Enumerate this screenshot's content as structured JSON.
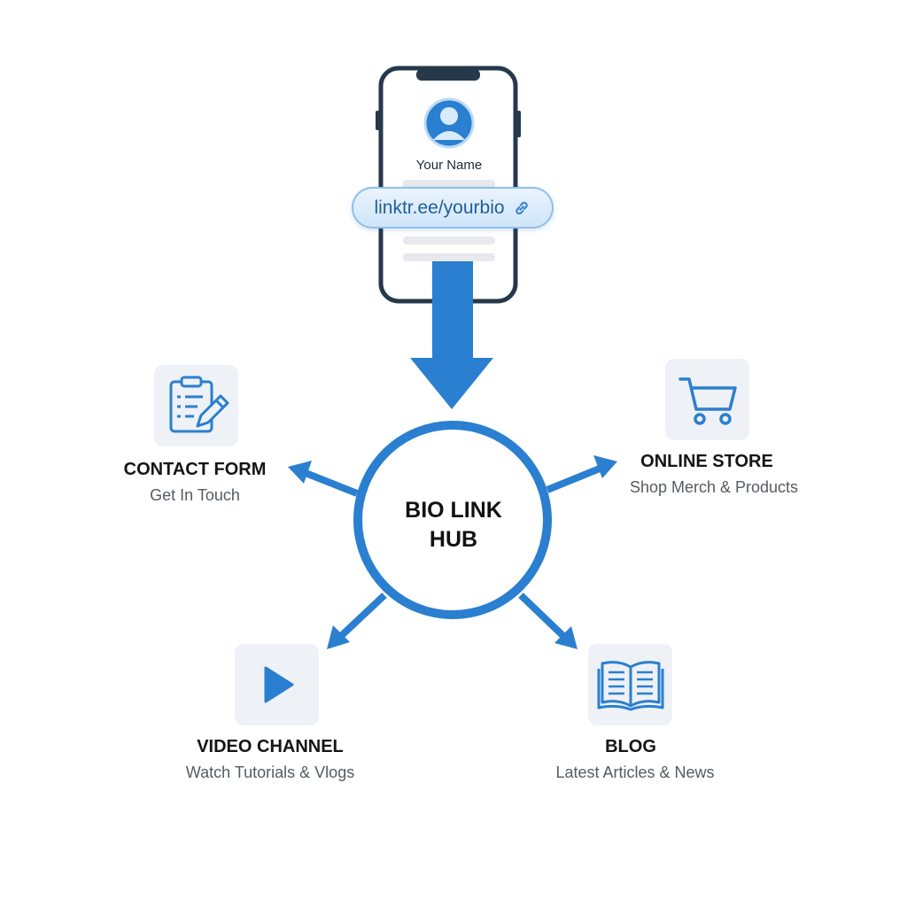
{
  "profile": {
    "name": "Your Name",
    "link": "linktr.ee/yourbio"
  },
  "hub": {
    "title": "BIO LINK HUB"
  },
  "nodes": [
    {
      "id": "contact",
      "title": "CONTACT FORM",
      "subtitle": "Get In Touch",
      "icon": "clipboard-pencil-icon"
    },
    {
      "id": "store",
      "title": "ONLINE STORE",
      "subtitle": "Shop Merch & Products",
      "icon": "shopping-cart-icon"
    },
    {
      "id": "video",
      "title": "VIDEO CHANNEL",
      "subtitle": "Watch Tutorials & Vlogs",
      "icon": "play-icon"
    },
    {
      "id": "blog",
      "title": "BLOG",
      "subtitle": "Latest Articles & News",
      "icon": "open-book-icon"
    }
  ],
  "colors": {
    "accent": "#2a7fd0",
    "phone_outline": "#26394a",
    "tile_background": "#eef1f5"
  }
}
